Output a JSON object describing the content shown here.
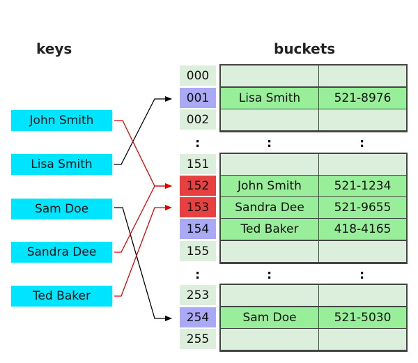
{
  "headings": {
    "keys": "keys",
    "buckets": "buckets"
  },
  "keys": [
    "John Smith",
    "Lisa Smith",
    "Sam Doe",
    "Sandra Dee",
    "Ted Baker"
  ],
  "buckets": [
    {
      "index": "000",
      "name": "",
      "phone": "",
      "state": "empty"
    },
    {
      "index": "001",
      "name": "Lisa Smith",
      "phone": "521-8976",
      "state": "used"
    },
    {
      "index": "002",
      "name": "",
      "phone": "",
      "state": "empty"
    },
    {
      "index": "151",
      "name": "",
      "phone": "",
      "state": "empty"
    },
    {
      "index": "152",
      "name": "John Smith",
      "phone": "521-1234",
      "state": "collision"
    },
    {
      "index": "153",
      "name": "Sandra Dee",
      "phone": "521-9655",
      "state": "collision"
    },
    {
      "index": "154",
      "name": "Ted Baker",
      "phone": "418-4165",
      "state": "used"
    },
    {
      "index": "155",
      "name": "",
      "phone": "",
      "state": "empty"
    },
    {
      "index": "253",
      "name": "",
      "phone": "",
      "state": "empty"
    },
    {
      "index": "254",
      "name": "Sam Doe",
      "phone": "521-5030",
      "state": "used"
    },
    {
      "index": "255",
      "name": "",
      "phone": "",
      "state": "empty"
    }
  ],
  "ellipsis": ":",
  "colors": {
    "key_fill": "#00e5ff",
    "index_empty": "#dcefdc",
    "index_used": "#a9a9f5",
    "index_collision": "#e84040",
    "entry_filled": "#99ee99",
    "entry_empty": "#dcefdc",
    "arrow_normal": "#000000",
    "arrow_collision": "#e00000"
  }
}
